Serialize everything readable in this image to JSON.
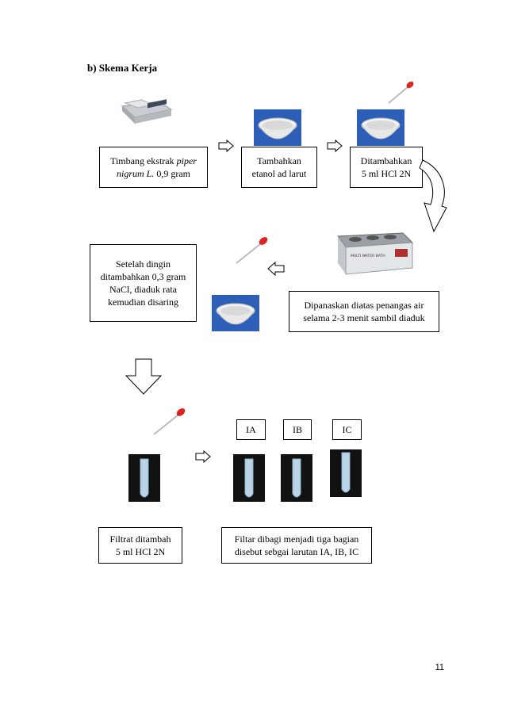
{
  "section": {
    "heading": "b)  Skema Kerja"
  },
  "steps": {
    "weigh": {
      "line1": "Timbang  ekstrak ",
      "line1_italic": "piper",
      "line2_italic": "nigrum L.",
      "line2": " 0,9 gram"
    },
    "ethanol": {
      "line1": "Tambahkan",
      "line2": "etanol ad larut"
    },
    "hcl": {
      "line1": "Ditambahkan",
      "line2": "5 ml  HCl 2N"
    },
    "heat": {
      "line1": "Dipanaskan  diatas penangas air",
      "line2": "selama  2-3 menit  sambil  diaduk"
    },
    "cool": {
      "line1": "Setelah  dingin",
      "line2": "ditambahkan  0,3 gram",
      "line3": "NaCl, diaduk rata",
      "line4": "kemudian  disaring"
    },
    "filtrate": {
      "line1": "Filtrat  ditambah",
      "line2": "5 ml  HCl 2N"
    },
    "divide": {
      "line1": "Filtar  dibagi  menjadi  tiga  bagian",
      "line2": "disebut  sebgai  larutan  IA, IB, IC"
    }
  },
  "tubes": {
    "ia": "IA",
    "ib": "IB",
    "ic": "IC"
  },
  "equipment": {
    "water_bath_label": "MULTI WATER BATH"
  },
  "page_number": "11"
}
